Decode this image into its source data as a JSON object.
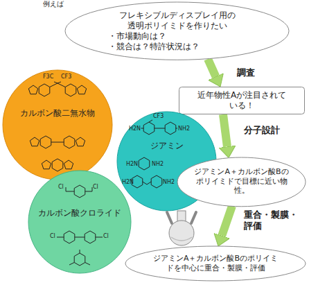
{
  "diagram": {
    "nodes": [
      {
        "text": [
          "フレキシブルディスプレイ用の透明ポリイミドを作りたい",
          "・市場動向は？",
          "・競合は？特許状況は？"
        ]
      },
      {
        "text": [
          "近年物性Aが注目されている！"
        ]
      },
      {
        "text": [
          "カルボン酸二無水物"
        ]
      },
      {
        "text": [
          "ジアミン"
        ]
      },
      {
        "text": [
          "ジアミンA＋カルボン酸Bのポリイミドで目標に近い物性。"
        ]
      },
      {
        "text": [
          "カルボン酸クロライド"
        ]
      },
      {
        "text": [
          "ジアミンA＋カルボン酸Bのポリイミドを中心に重合・製膜・評価"
        ]
      }
    ],
    "edges": [
      {
        "from": 0,
        "to": 1,
        "arrow": "to",
        "label": "調査"
      },
      {
        "from": 1,
        "to": 4,
        "arrow": "to",
        "label": "分子設計"
      },
      {
        "from": 4,
        "to": 6,
        "arrow": "to",
        "label": "重合・製膜・評価"
      }
    ],
    "labels": [
      "例えば",
      "F3C",
      "CF3",
      "CF3",
      "H2N",
      "NH2",
      "H2N",
      "NH2",
      "H2N",
      "NH2",
      "Cl",
      "Cl",
      "Cl",
      "Cl"
    ]
  }
}
